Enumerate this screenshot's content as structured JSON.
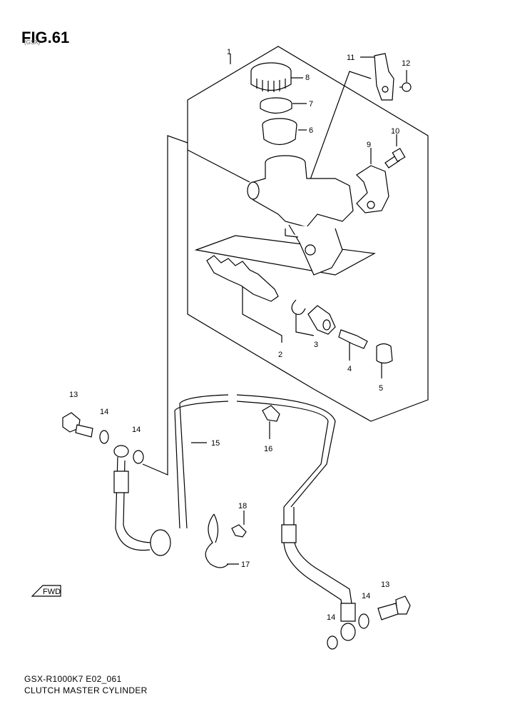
{
  "figure": {
    "title": "FIG.61",
    "subtitle": "(GSX)"
  },
  "captions": {
    "model_code": "GSX-R1000K7 E02_061",
    "name": "CLUTCH MASTER CYLINDER"
  },
  "fwd_badge": "FWD",
  "callouts": [
    "1",
    "2",
    "3",
    "4",
    "5",
    "6",
    "7",
    "8",
    "9",
    "10",
    "11",
    "12",
    "13",
    "14",
    "14",
    "15",
    "16",
    "17",
    "18",
    "14",
    "13",
    "14"
  ]
}
